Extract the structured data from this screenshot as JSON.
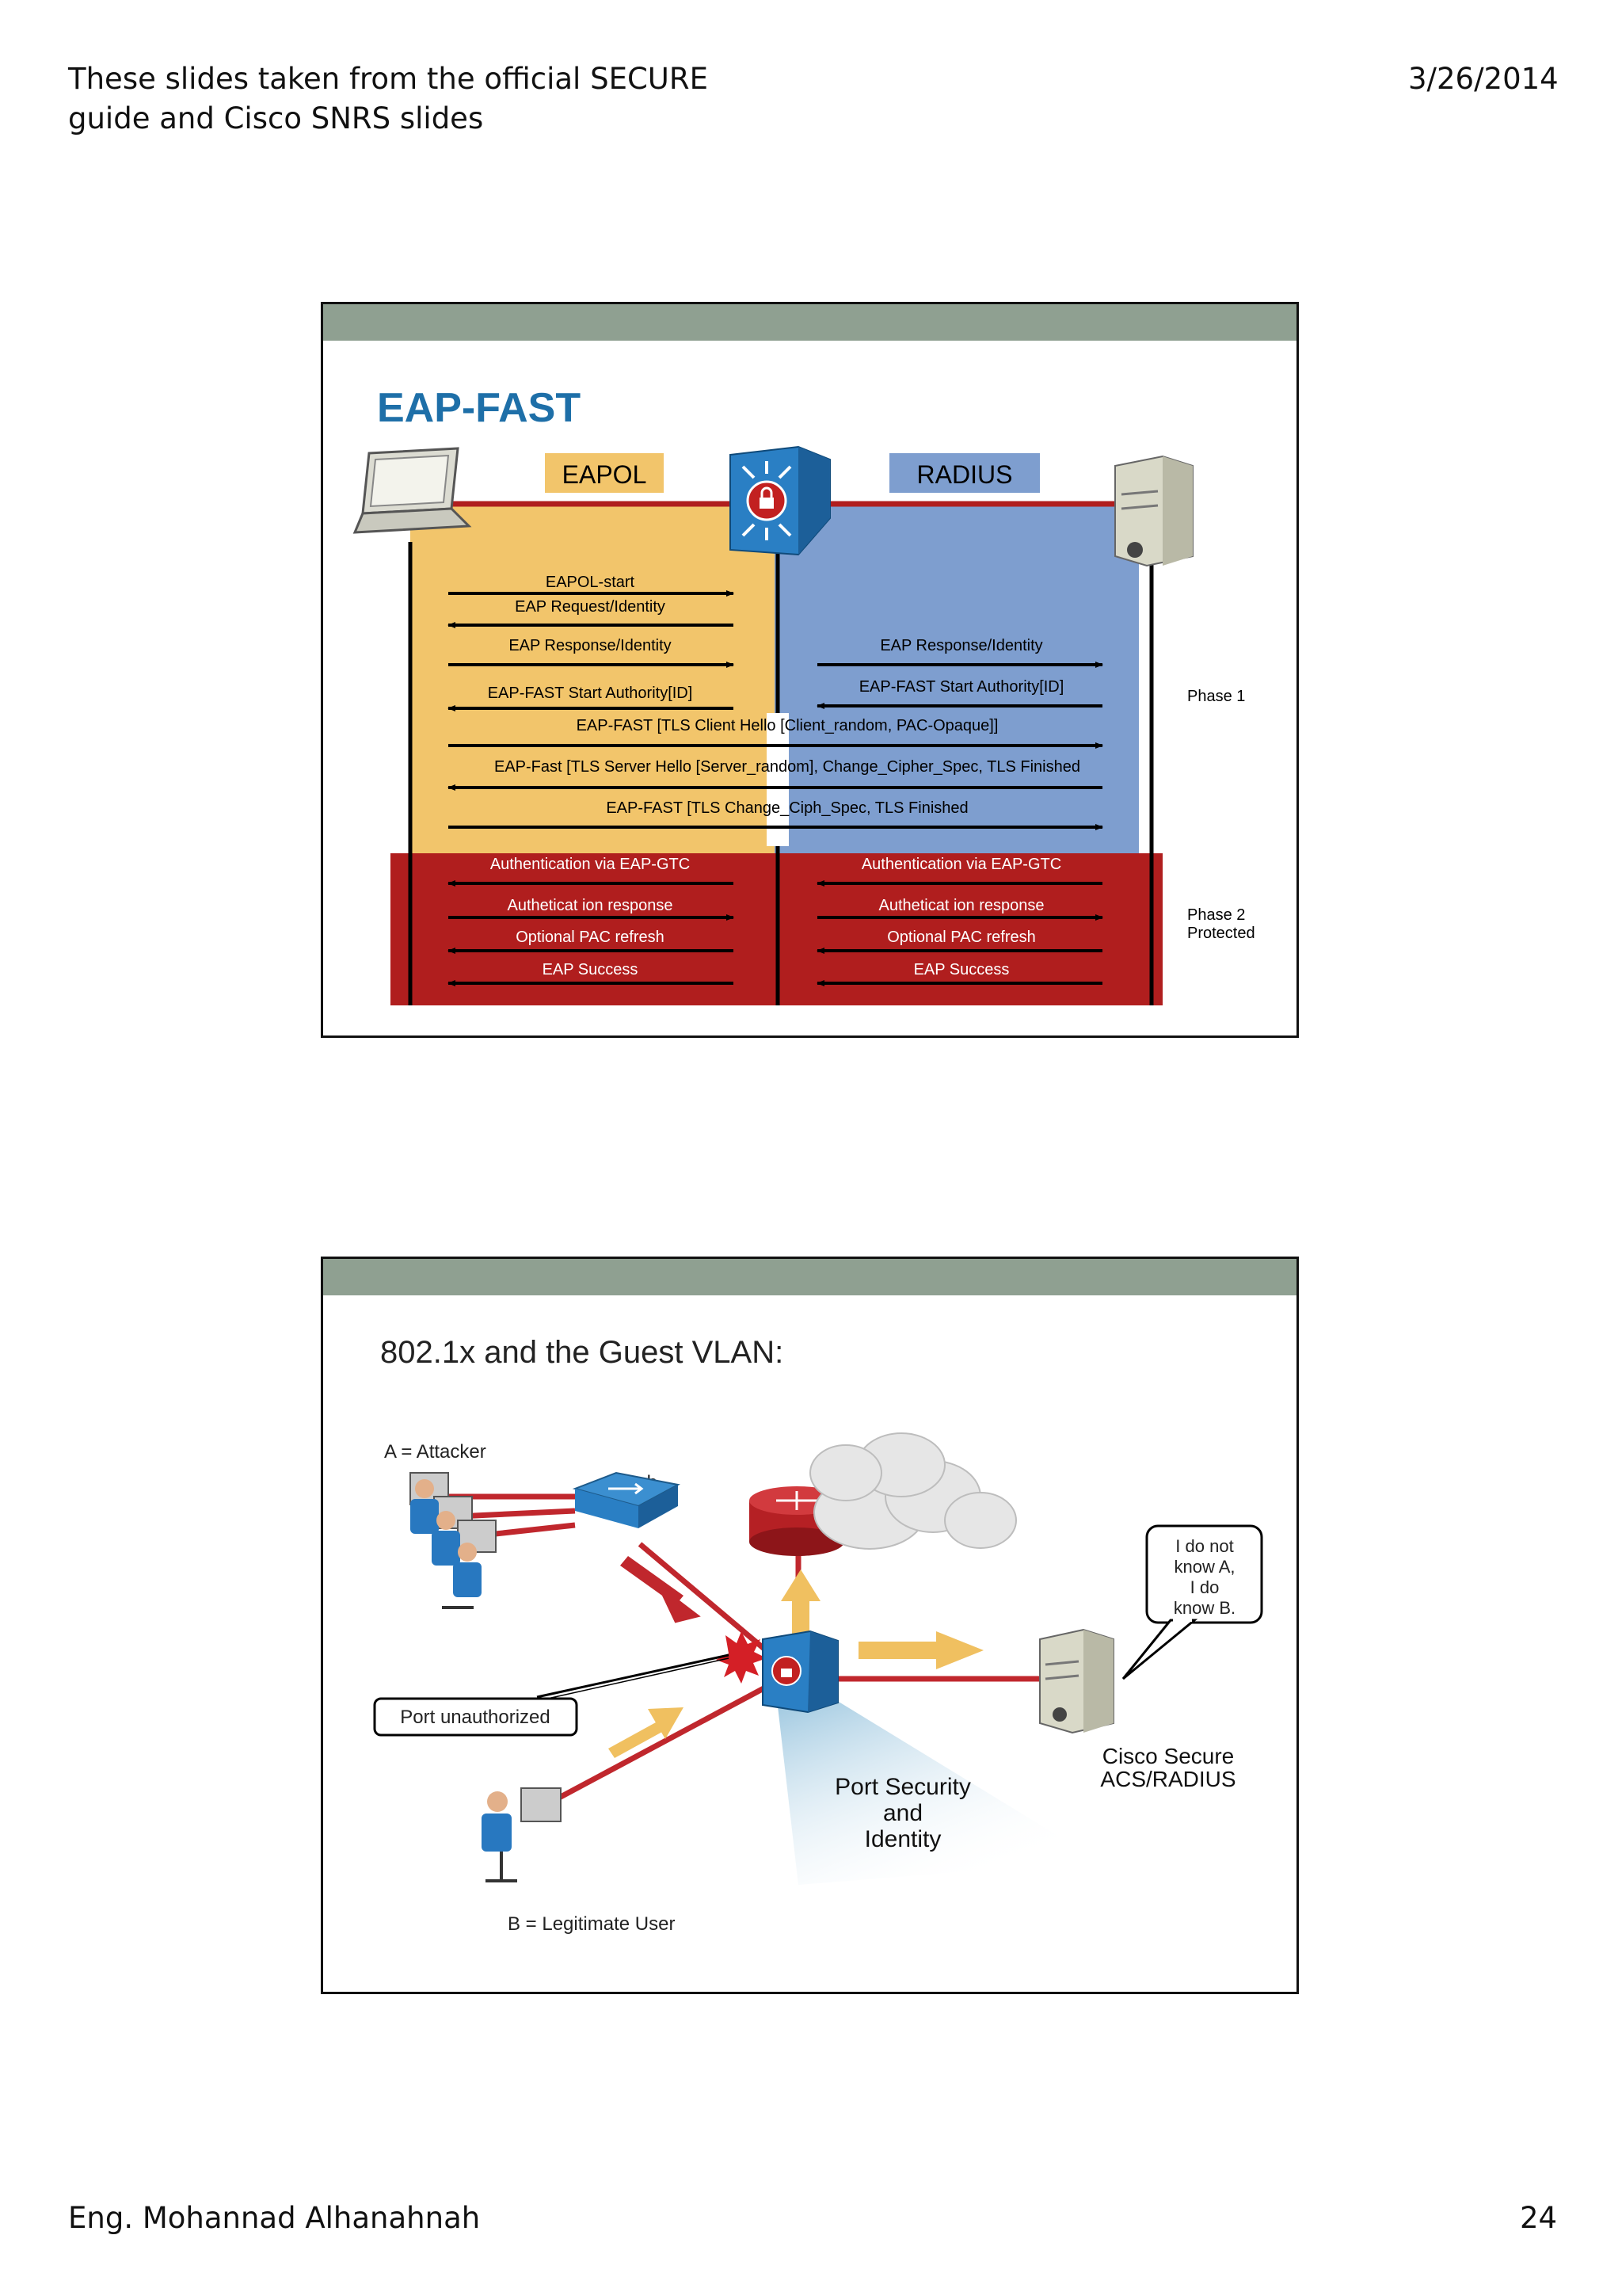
{
  "header": {
    "left_line1": "These slides taken from the official SECURE",
    "left_line2": "guide and Cisco SNRS slides",
    "date": "3/26/2014"
  },
  "footer": {
    "author": "Eng. Mohannad Alhanahnah",
    "page": "24"
  },
  "slide1": {
    "title": "EAP-FAST",
    "eapol_label": "EAPOL",
    "radius_label": "RADIUS",
    "phase1": "Phase 1",
    "phase2_line1": "Phase 2",
    "phase2_line2": "Protected",
    "messages": {
      "m1": "EAPOL-start",
      "m2": "EAP Request/Identity",
      "m3": "EAP Response/Identity",
      "m3r": "EAP Response/Identity",
      "m4l": "EAP-FAST Start Authority[ID]",
      "m4r": "EAP-FAST Start Authority[ID]",
      "m5": "EAP-FAST [TLS Client Hello [Client_random, PAC-Opaque]]",
      "m6": "EAP-Fast [TLS Server Hello [Server_random], Change_Cipher_Spec, TLS Finished",
      "m7": "EAP-FAST [TLS Change_Ciph_Spec, TLS Finished",
      "p2_1l": "Authentication via EAP-GTC",
      "p2_1r": "Authentication via EAP-GTC",
      "p2_2l": "Autheticat ion response",
      "p2_2r": "Autheticat ion response",
      "p2_3l": "Optional PAC refresh",
      "p2_3r": "Optional PAC refresh",
      "p2_4l": "EAP Success",
      "p2_4r": "EAP Success"
    }
  },
  "slide2": {
    "title": "802.1x and the Guest VLAN:",
    "attacker": "A = Attacker",
    "hub": "Hub",
    "port_unauth": "Port unauthorized",
    "bubble_lines": [
      "I do not",
      "know A,",
      "I do",
      "know B."
    ],
    "port_security_lines": [
      "Port Security",
      "and",
      "Identity"
    ],
    "acs_line1": "Cisco Secure",
    "acs_line2": "ACS/RADIUS",
    "legit": "B = Legitimate User"
  }
}
